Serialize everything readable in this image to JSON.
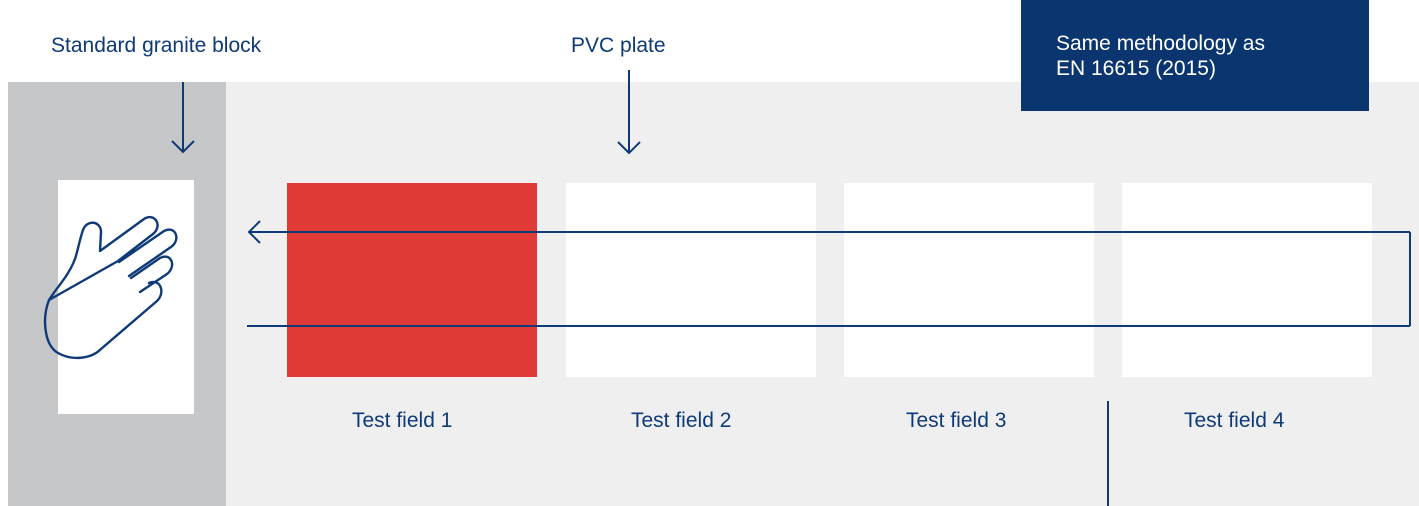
{
  "labels": {
    "granite_block": "Standard granite block",
    "pvc_plate": "PVC plate"
  },
  "callout": {
    "line1": "Same methodology as",
    "line2": "EN 16615 (2015)"
  },
  "test_fields": [
    {
      "label": "Test field 1",
      "highlighted": true
    },
    {
      "label": "Test field 2",
      "highlighted": false
    },
    {
      "label": "Test field 3",
      "highlighted": false
    },
    {
      "label": "Test field 4",
      "highlighted": false
    }
  ],
  "icons": {
    "hand": "hand-icon",
    "pointer_arrows": "arrow-down-icon",
    "wipe_path": "wipe-path-arrow-icon"
  },
  "colors": {
    "navy": "#0e3a78",
    "callout_bg": "#0b356f",
    "highlight_red": "#e03a37",
    "granite_grey": "#c6c7c9",
    "surface_grey": "#efefef"
  }
}
